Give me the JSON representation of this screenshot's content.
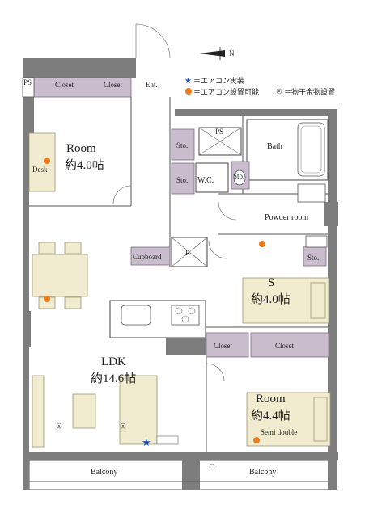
{
  "legend": {
    "compass_label": "N",
    "aircon_installed": "＝エアコン実装",
    "aircon_possible": "＝エアコン設置可能",
    "drying_hardware": "＝物干金物設置"
  },
  "rooms": {
    "room_north": {
      "name": "Room",
      "size": "約4.0帖"
    },
    "ldk": {
      "name": "LDK",
      "size": "約14.6帖"
    },
    "s_room": {
      "name": "S",
      "size": "約4.0帖"
    },
    "room_south": {
      "name": "Room",
      "size": "約4.4帖"
    }
  },
  "labels": {
    "ps_top": "PS",
    "closet1": "Closet",
    "closet2": "Closet",
    "entrance": "Ent.",
    "sto1": "Sto.",
    "sto2": "Sto.",
    "sto3": "Sto.",
    "sto4": "Sto.",
    "ps_mid": "PS",
    "bath": "Bath",
    "wc": "W.C.",
    "powder": "Powder room",
    "cupboard": "Cupboard",
    "refrigerator": "R",
    "desk": "Desk",
    "closet3": "Closet",
    "closet4": "Closet",
    "semi_double": "Semi double",
    "balcony1": "Balcony",
    "balcony2": "Balcony"
  },
  "colors": {
    "aircon_installed": "#1f4fb5",
    "aircon_possible": "#ee7a1a",
    "closet": "#c9bccd",
    "furniture": "#f1eccf",
    "wall": "#7d7d7d"
  }
}
